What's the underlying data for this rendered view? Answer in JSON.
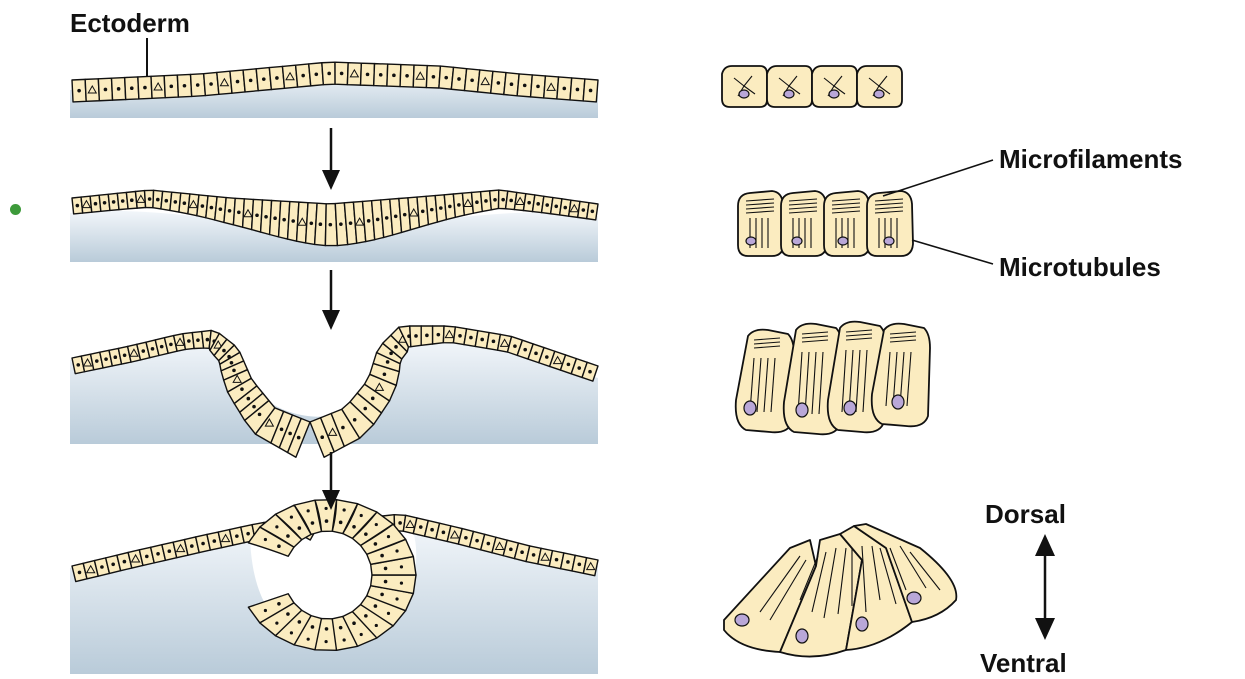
{
  "labels": {
    "ectoderm": "Ectoderm",
    "microfilaments": "Microfilaments",
    "microtubules": "Microtubules",
    "dorsal": "Dorsal",
    "ventral": "Ventral"
  },
  "colors": {
    "cell_fill": "#fbecc0",
    "cell_stroke": "#111111",
    "nucleus_fill": "#b9a7d8",
    "tissue_light": "#ecf1f6",
    "tissue_dark": "#b7c9d8",
    "bullet": "#3d9a3a"
  }
}
